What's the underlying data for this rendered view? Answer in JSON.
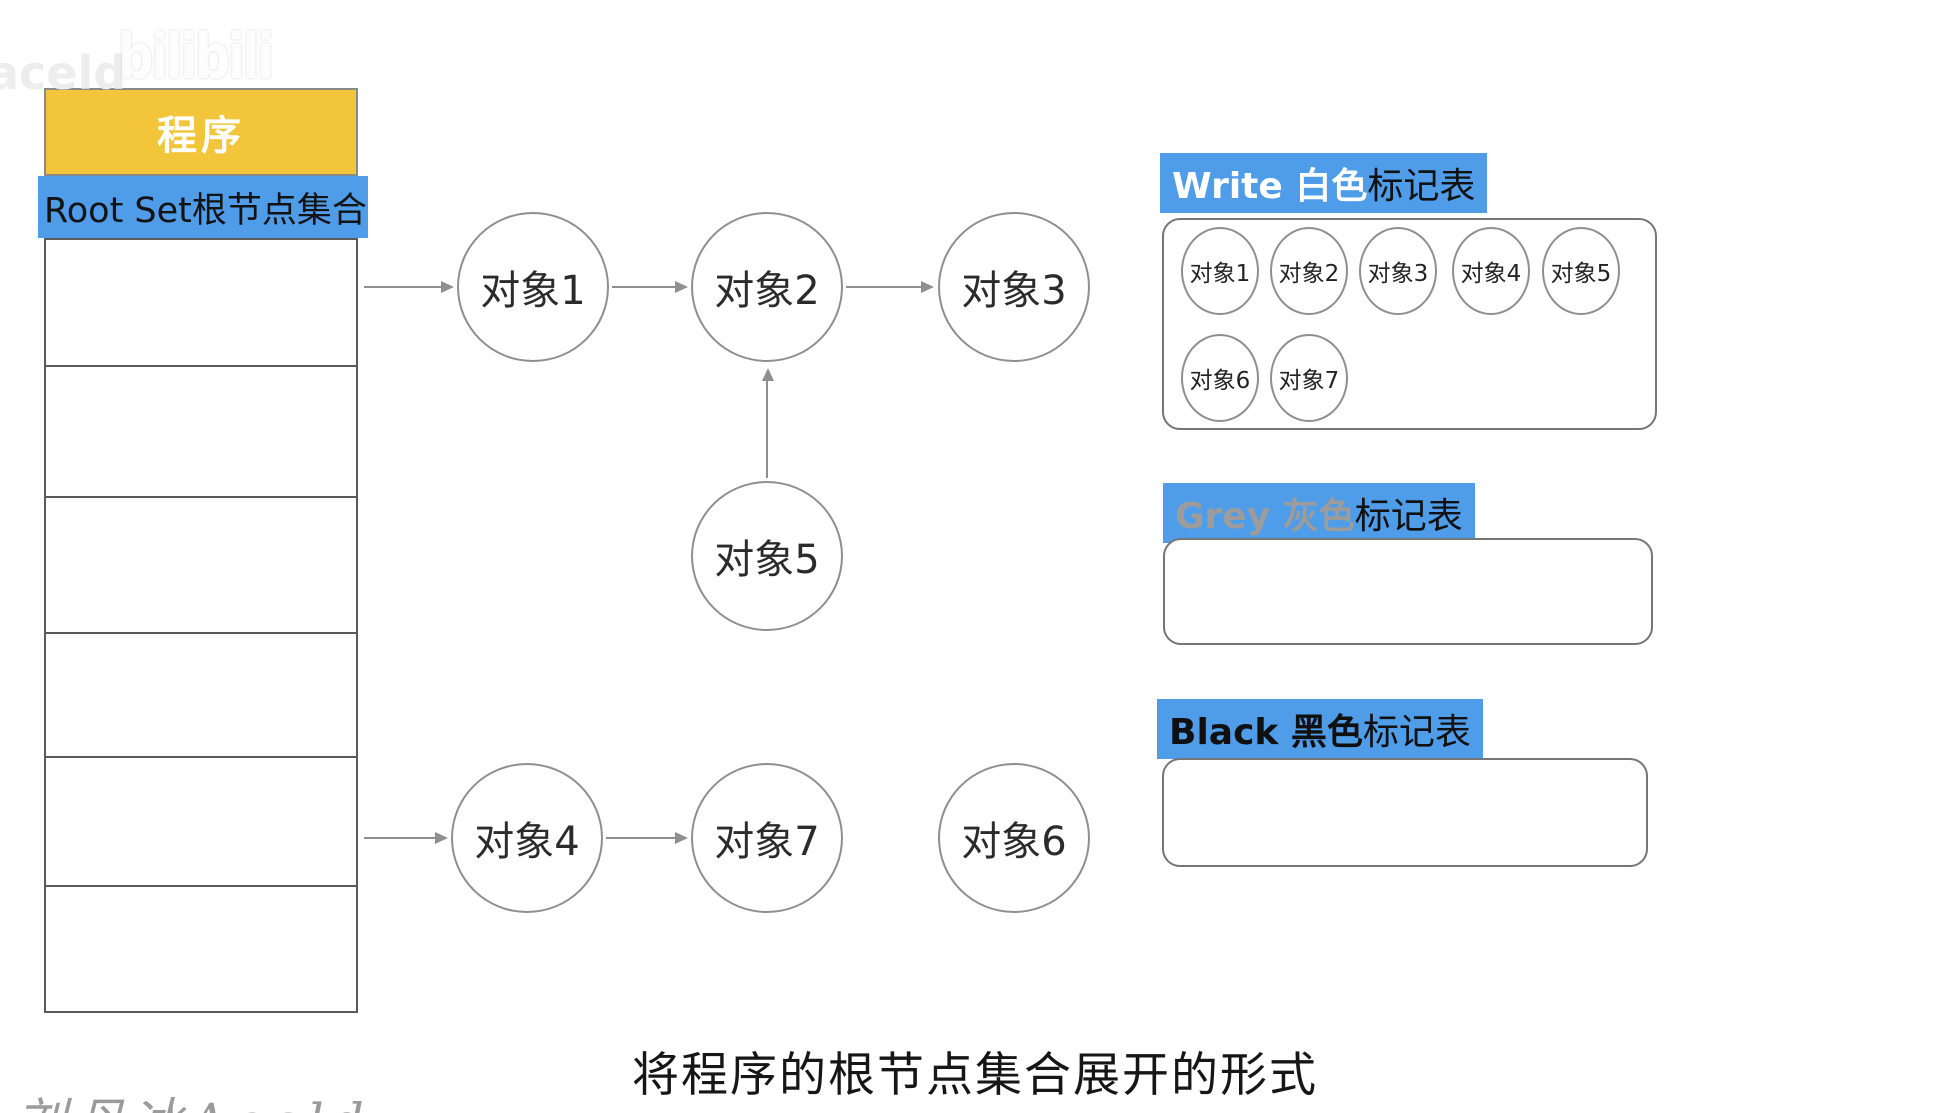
{
  "colors": {
    "header_yellow": "#F3C53B",
    "accent_blue": "#4F9CE9",
    "line_grey": "#8f8f8f",
    "table_line": "#5a5a5a",
    "grey_text": "#9c9c9c"
  },
  "watermarks": {
    "top_handle": "aceld",
    "logo": "bilibili",
    "bottom_author": "刘丹冰Aceld"
  },
  "program_table": {
    "header": "程序",
    "root_row": "Root Set根节点集合",
    "empty_row_count": 6
  },
  "graph": {
    "nodes": {
      "obj1": "对象1",
      "obj2": "对象2",
      "obj3": "对象3",
      "obj4": "对象4",
      "obj5": "对象5",
      "obj6": "对象6",
      "obj7": "对象7"
    },
    "edges": [
      "root-set -> obj1",
      "obj1 -> obj2",
      "obj2 -> obj3",
      "obj5 -> obj2",
      "root-set -> obj4",
      "obj4 -> obj7"
    ]
  },
  "mark_tables": {
    "white": {
      "label_en": "Write 白色",
      "label_cn": "标记表",
      "items": [
        "对象1",
        "对象2",
        "对象3",
        "对象4",
        "对象5",
        "对象6",
        "对象7"
      ]
    },
    "grey": {
      "label_en": "Grey 灰色",
      "label_cn": "标记表",
      "items": []
    },
    "black": {
      "label_en": "Black 黑色",
      "label_cn": "标记表",
      "items": []
    }
  },
  "caption": "将程序的根节点集合展开的形式"
}
